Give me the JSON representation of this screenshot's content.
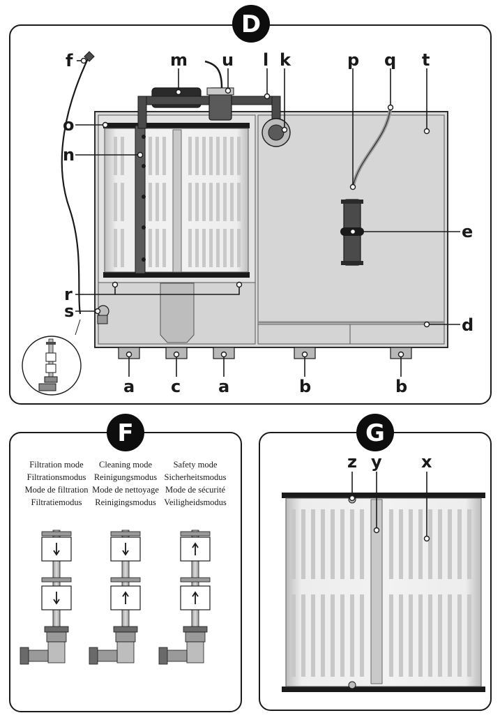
{
  "panels": {
    "D": {
      "badge": "D",
      "labels": {
        "f": "f",
        "m": "m",
        "u": "u",
        "l": "l",
        "k": "k",
        "p": "p",
        "q": "q",
        "t": "t",
        "o": "o",
        "n": "n",
        "e": "e",
        "r": "r",
        "s": "s",
        "d": "d",
        "a": "a",
        "c": "c",
        "b": "b"
      }
    },
    "F": {
      "badge": "F",
      "modes": [
        {
          "lines": [
            "Filtration mode",
            "Filtrationsmodus",
            "Mode de filtration",
            "Filtratiemodus"
          ],
          "arrows": [
            "down",
            "down"
          ]
        },
        {
          "lines": [
            "Cleaning mode",
            "Reinigungsmodus",
            "Mode de nettoyage",
            "Reinigingsmodus"
          ],
          "arrows": [
            "down",
            "up"
          ]
        },
        {
          "lines": [
            "Safety mode",
            "Sicherheitsmodus",
            "Mode de sécurité",
            "Veiligheidsmodus"
          ],
          "arrows": [
            "up",
            "up"
          ]
        }
      ]
    },
    "G": {
      "badge": "G",
      "labels": {
        "z": "z",
        "y": "y",
        "x": "x"
      }
    }
  },
  "colors": {
    "outline": "#1a1a1a",
    "tank_fill": "#d9d9d9",
    "filter_fill": "#e6e6e6",
    "pipe": "#4a4a4a",
    "badge_fill": "#0d0d0d"
  }
}
